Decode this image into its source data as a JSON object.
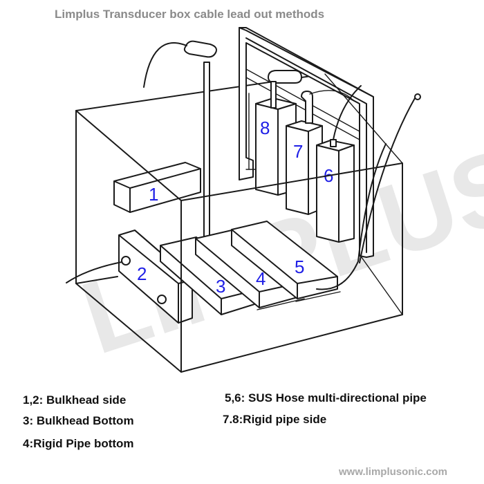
{
  "title": "Limplus Transducer box cable lead out methods",
  "watermark": "LIMPLUS",
  "diagram_labels": {
    "n1": "1",
    "n2": "2",
    "n3": "3",
    "n4": "4",
    "n5": "5",
    "n6": "6",
    "n7": "7",
    "n8": "8"
  },
  "legend": {
    "left": [
      "1,2: Bulkhead side",
      "3: Bulkhead Bottom",
      "4:Rigid Pipe bottom"
    ],
    "right": [
      "5,6: SUS Hose multi-directional pipe",
      "7.8:Rigid pipe side"
    ]
  },
  "website": "www.limplusonic.com",
  "colors": {
    "title": "#8a8a8a",
    "label_number": "#1f1fe6",
    "legend_text": "#111111",
    "website": "#a8a8a8"
  }
}
